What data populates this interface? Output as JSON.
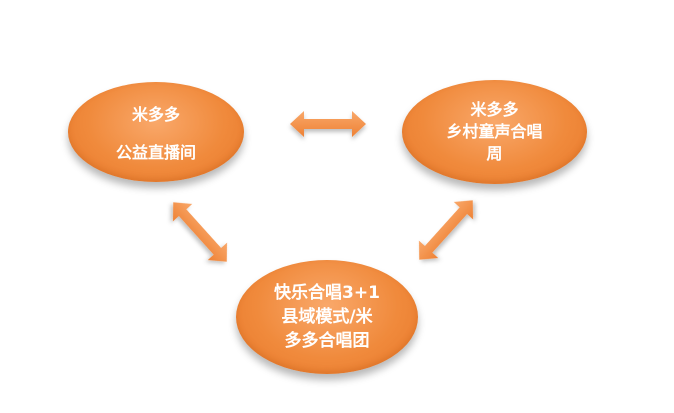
{
  "nodes": {
    "left": {
      "line1": "米多多",
      "line2": "公益直播间"
    },
    "right": {
      "line1": "米多多",
      "line2": "乡村童声合唱",
      "line3": "周"
    },
    "bottom": {
      "line1": "快乐合唱3+1",
      "line2": "县域模式/米",
      "line3": "多多合唱团"
    }
  },
  "colors": {
    "node_fill": "#f08a3c",
    "arrow_fill": "#f4934a",
    "text": "#ffffff"
  },
  "arrows": [
    {
      "from": "left",
      "to": "right",
      "type": "double-arrow"
    },
    {
      "from": "left",
      "to": "bottom",
      "type": "double-arrow"
    },
    {
      "from": "right",
      "to": "bottom",
      "type": "double-arrow"
    }
  ]
}
